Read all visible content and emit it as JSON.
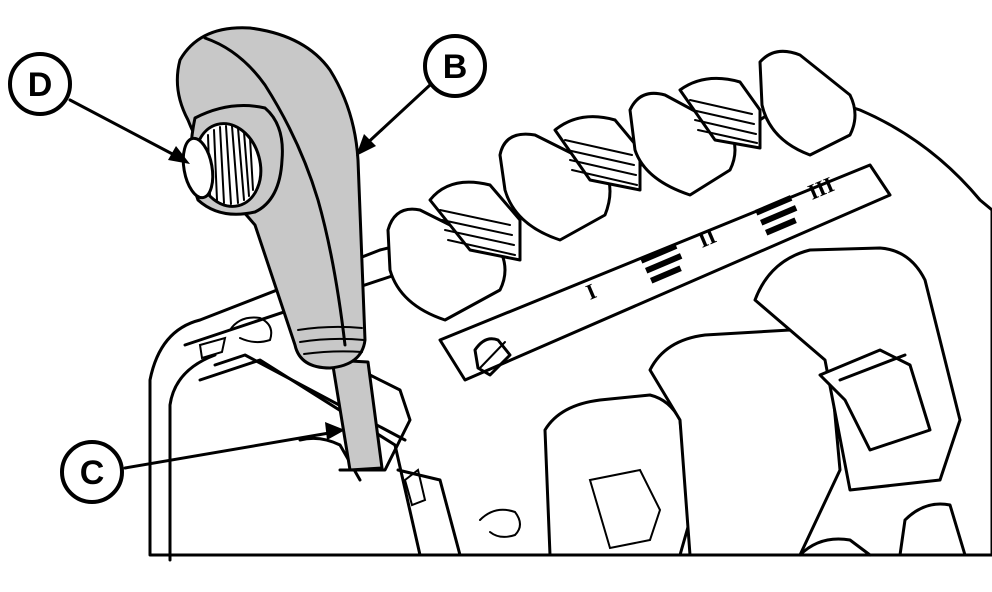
{
  "callouts": {
    "d": "D",
    "b": "B",
    "c": "C"
  },
  "gear_labels": {
    "i": "I",
    "ii": "II",
    "iii": "III"
  },
  "colors": {
    "line": "#000000",
    "knob_fill": "#c8c8c8",
    "background": "#ffffff"
  }
}
